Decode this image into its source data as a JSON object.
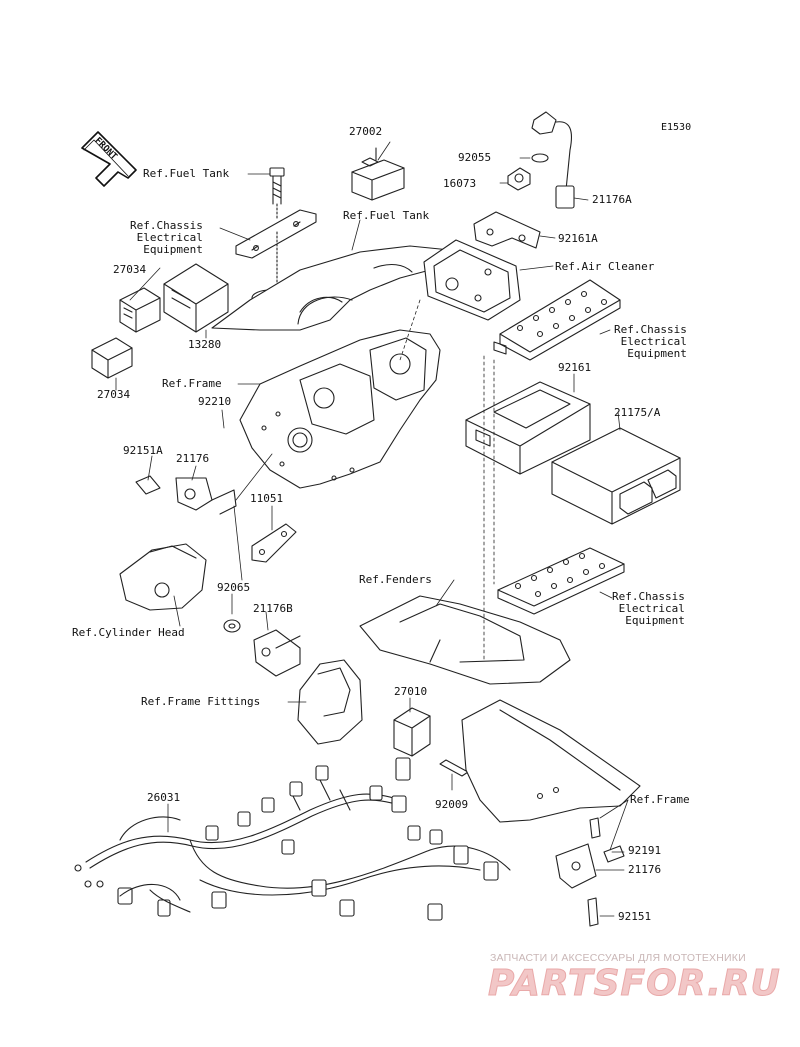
{
  "diagram_code": "E1530",
  "direction_marker": "FRONT",
  "labels": {
    "ref_fuel_tank_1": "Ref.Fuel Tank",
    "ref_fuel_tank_2": "Ref.Fuel Tank",
    "ref_chassis_1": "Ref.Chassis\nElectrical\nEquipment",
    "ref_chassis_2": "Ref.Chassis\nElectrical\nEquipment",
    "ref_chassis_3": "Ref.Chassis\nElectrical\nEquipment",
    "ref_air_cleaner": "Ref.Air Cleaner",
    "ref_frame_1": "Ref.Frame",
    "ref_frame_2": "Ref.Frame",
    "ref_fenders": "Ref.Fenders",
    "ref_cylinder_head": "Ref.Cylinder Head",
    "ref_frame_fittings": "Ref.Frame Fittings"
  },
  "parts": {
    "p27002": "27002",
    "p92055": "92055",
    "p16073": "16073",
    "p21176A": "21176A",
    "p92161A": "92161A",
    "p27034a": "27034",
    "p13280": "13280",
    "p27034b": "27034",
    "p92161": "92161",
    "p21175A": "21175/A",
    "p92210": "92210",
    "p92151A": "92151A",
    "p21176a": "21176",
    "p11051": "11051",
    "p92065": "92065",
    "p21176B": "21176B",
    "p27010": "27010",
    "p92009": "92009",
    "p26031": "26031",
    "p92191": "92191",
    "p21176b": "21176",
    "p92151": "92151"
  },
  "watermark": {
    "subtitle": "ЗАПЧАСТИ И АКСЕССУАРЫ ДЛЯ МОТОТЕХНИКИ",
    "logo": "PARTSFOR.RU"
  }
}
